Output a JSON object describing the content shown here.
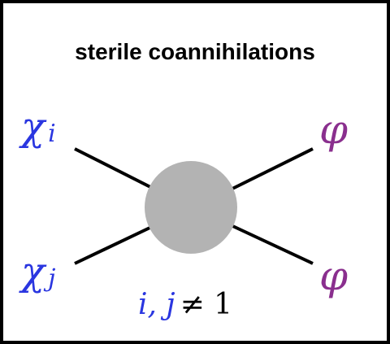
{
  "title": "sterile coannihilations",
  "particles": {
    "in_top": {
      "symbol": "χ",
      "subscript": "i"
    },
    "in_bottom": {
      "symbol": "χ",
      "subscript": "j"
    },
    "out_top": {
      "symbol": "φ"
    },
    "out_bottom": {
      "symbol": "φ"
    }
  },
  "condition": {
    "indices": "i, j",
    "relation": "≠ 1"
  },
  "colors": {
    "incoming": "#2a36e0",
    "outgoing": "#8a2f8e",
    "vertex": "#b3b3b3",
    "lines": "#000000",
    "frame": "#000000"
  }
}
